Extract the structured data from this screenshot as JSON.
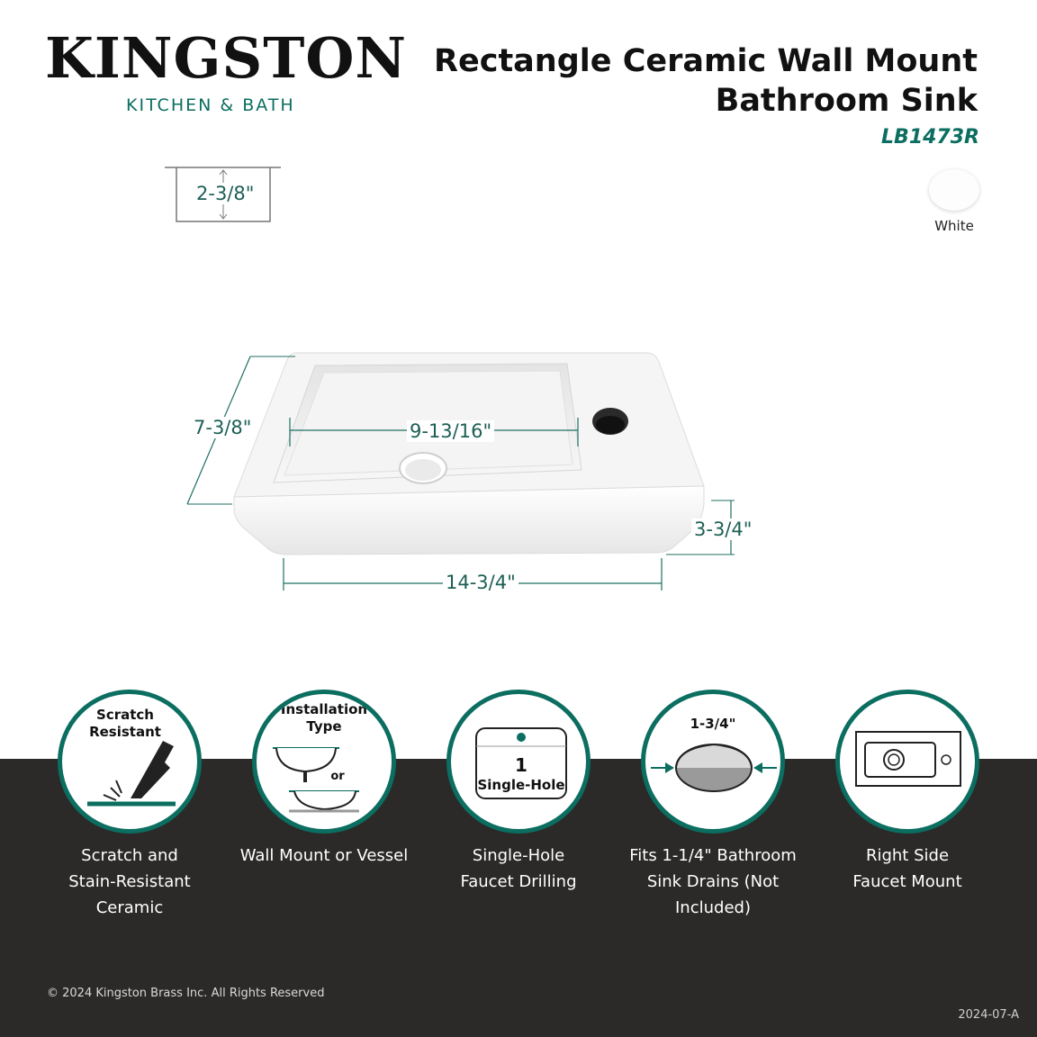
{
  "brand": {
    "name": "KINGSTON",
    "tagline": "KITCHEN & BATH"
  },
  "product": {
    "title_line1": "Rectangle Ceramic Wall Mount",
    "title_line2": "Bathroom Sink",
    "model": "LB1473R"
  },
  "finish": {
    "label": "White",
    "color": "#fdfdfd"
  },
  "dimensions": {
    "bowl_depth": "2-3/8\"",
    "depth": "7-3/8\"",
    "bowl_width": "9-13/16\"",
    "height": "3-3/4\"",
    "width": "14-3/4\""
  },
  "features": [
    {
      "icon": "scratch-resistant-icon",
      "icon_text": [
        "Scratch",
        "Resistant"
      ],
      "caption": [
        "Scratch and",
        "Stain-Resistant",
        "Ceramic"
      ]
    },
    {
      "icon": "installation-type-icon",
      "icon_text": [
        "Installation",
        "Type",
        "or"
      ],
      "caption": [
        "Wall Mount or Vessel"
      ]
    },
    {
      "icon": "single-hole-icon",
      "icon_text": [
        "1",
        "Single-Hole"
      ],
      "caption": [
        "Single-Hole",
        "Faucet Drilling"
      ]
    },
    {
      "icon": "drain-size-icon",
      "icon_text": [
        "1-3/4\""
      ],
      "caption": [
        "Fits 1-1/4\" Bathroom",
        "Sink Drains (Not",
        "Included)"
      ]
    },
    {
      "icon": "right-side-faucet-icon",
      "icon_text": [],
      "caption": [
        "Right Side",
        "Faucet Mount"
      ]
    }
  ],
  "footer": {
    "copyright": "© 2024 Kingston Brass Inc. All Rights Reserved",
    "version": "2024-07-A"
  },
  "colors": {
    "accent": "#0b6e60",
    "dark_band": "#2b2a28"
  }
}
